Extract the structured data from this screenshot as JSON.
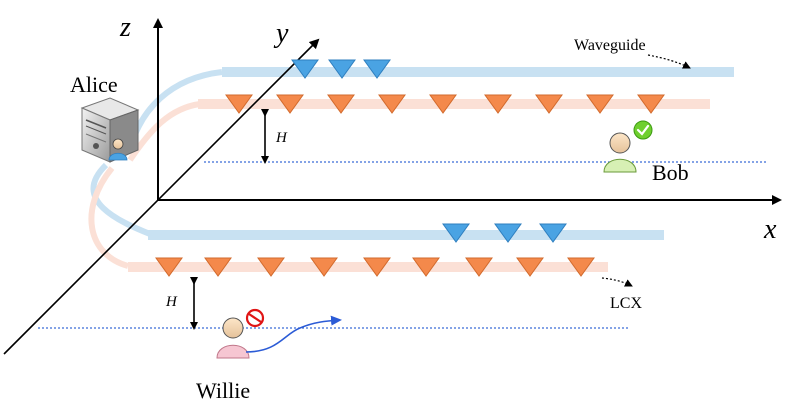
{
  "axes": {
    "x": "x",
    "y": "y",
    "z": "z"
  },
  "nodes": {
    "alice": "Alice",
    "bob": "Bob",
    "willie": "Willie"
  },
  "labels": {
    "waveguide": "Waveguide",
    "lcx": "LCX",
    "height_upper": "H",
    "height_lower": "H"
  },
  "status": {
    "bob": "check-badge-icon",
    "willie": "prohibited-badge-icon"
  },
  "colors": {
    "waveguide": "#c8e1f2",
    "lcx": "#fbe0d6",
    "slot_blue": "#4aa3e3",
    "slot_orange": "#f4894b",
    "user_line": "#3b6cd6"
  }
}
